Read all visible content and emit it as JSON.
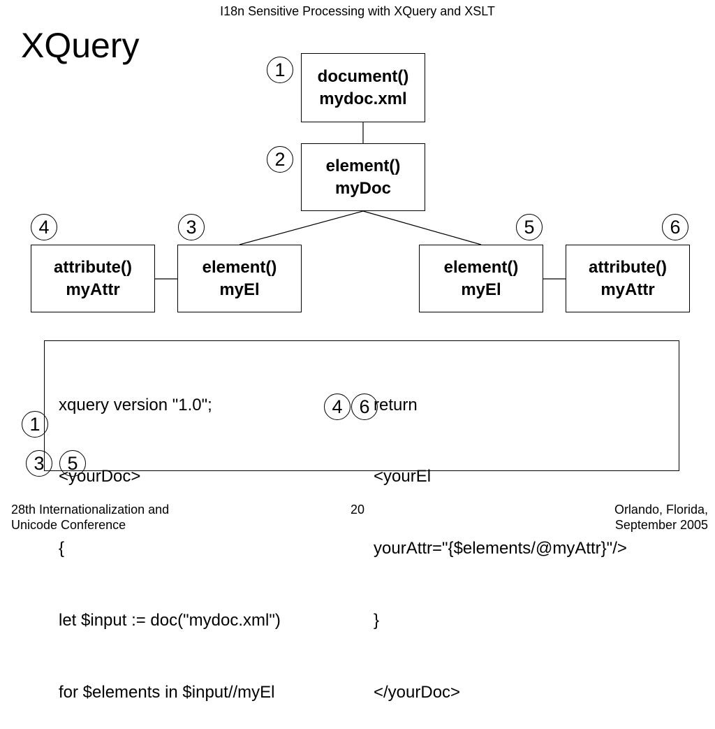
{
  "header": {
    "text": "I18n Sensitive Processing with XQuery and XSLT"
  },
  "slide": {
    "title": "XQuery"
  },
  "tree": {
    "doc": {
      "type": "document()",
      "name": "mydoc.xml"
    },
    "root": {
      "type": "element()",
      "name": "myDoc"
    },
    "left_attr": {
      "type": "attribute()",
      "name": "myAttr"
    },
    "left_el": {
      "type": "element()",
      "name": "myEl"
    },
    "right_el": {
      "type": "element()",
      "name": "myEl"
    },
    "right_attr": {
      "type": "attribute()",
      "name": "myAttr"
    },
    "markers": {
      "m1": "1",
      "m2": "2",
      "m3": "3",
      "m4": "4",
      "m5": "5",
      "m6": "6"
    }
  },
  "code": {
    "left": [
      "xquery version \"1.0\";",
      "<yourDoc>",
      "{",
      "let $input := doc(\"mydoc.xml\")",
      "for $elements in $input//myEl"
    ],
    "right": [
      "return",
      "<yourEl",
      "yourAttr=\"{$elements/@myAttr}\"/>",
      "}",
      "</yourDoc>"
    ],
    "markers": {
      "c1": "1",
      "c3": "3",
      "c4": "4",
      "c5": "5",
      "c6": "6"
    }
  },
  "footer": {
    "left": [
      "28th Internationalization and",
      "Unicode Conference"
    ],
    "page": "20",
    "right": [
      "Orlando, Florida,",
      "September 2005"
    ]
  }
}
